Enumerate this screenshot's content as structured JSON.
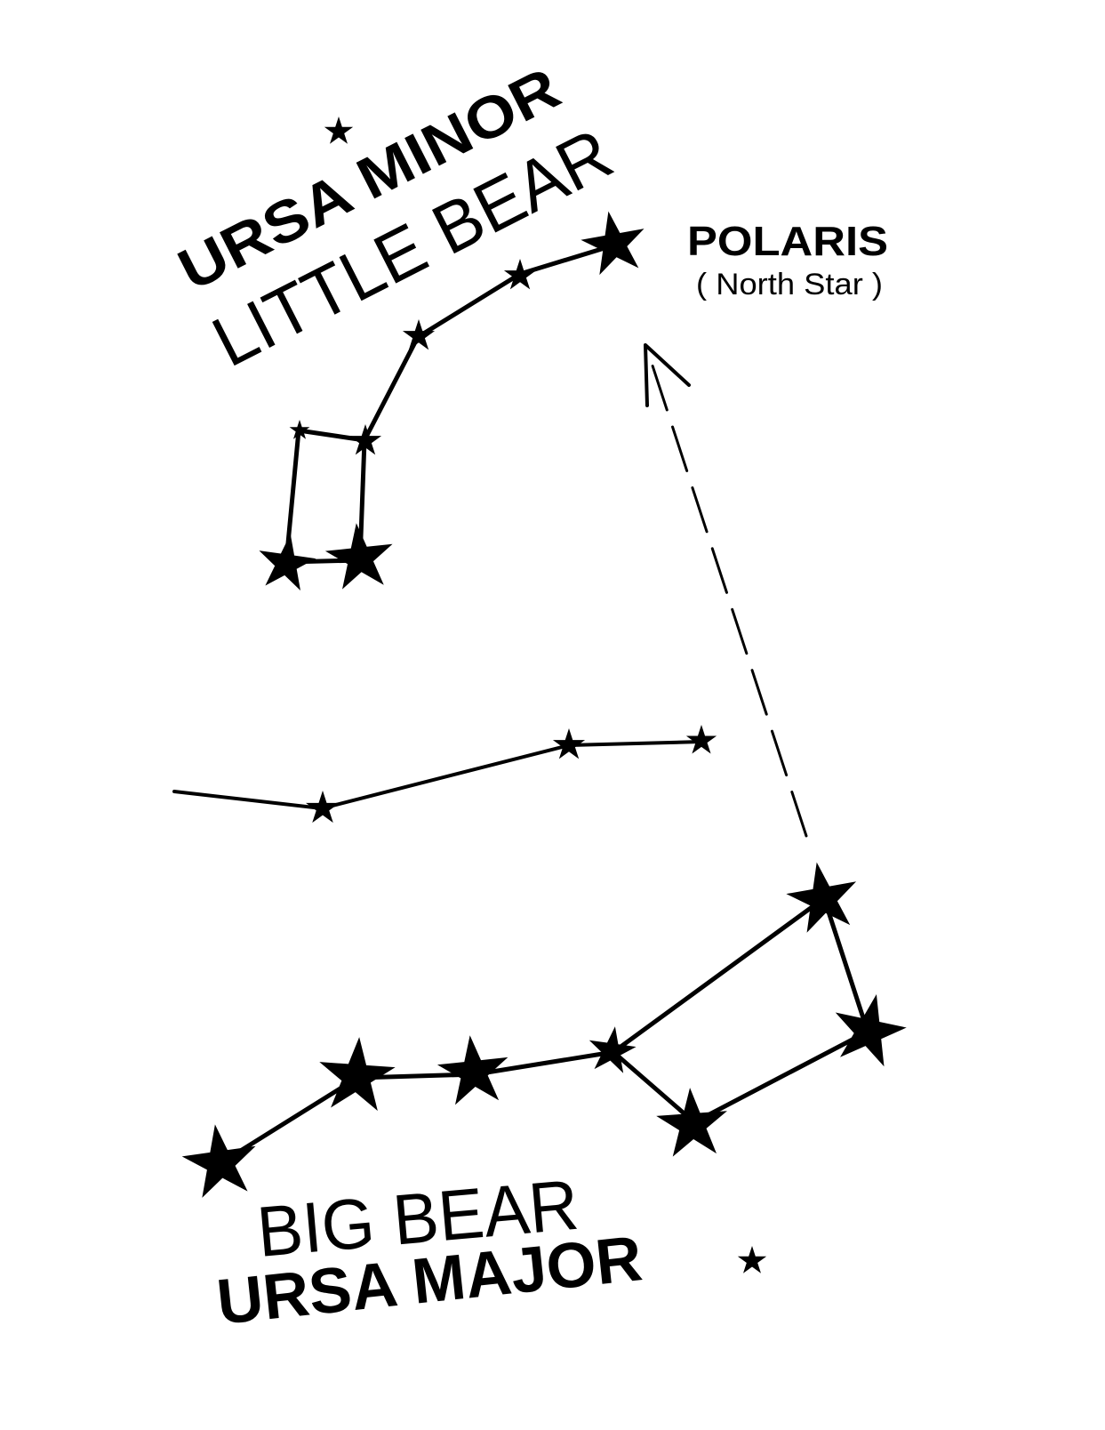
{
  "labels": {
    "ursa_minor": "URSA MINOR",
    "little_bear": "LITTLE BEAR",
    "polaris": "POLARIS",
    "north_star": "( North Star )",
    "big_bear": "BIG BEAR",
    "ursa_major": "URSA MAJOR"
  },
  "colors": {
    "ink": "#000000",
    "background": "#ffffff"
  },
  "icons": {
    "star": "star-icon",
    "arrow": "arrow-head-icon"
  }
}
